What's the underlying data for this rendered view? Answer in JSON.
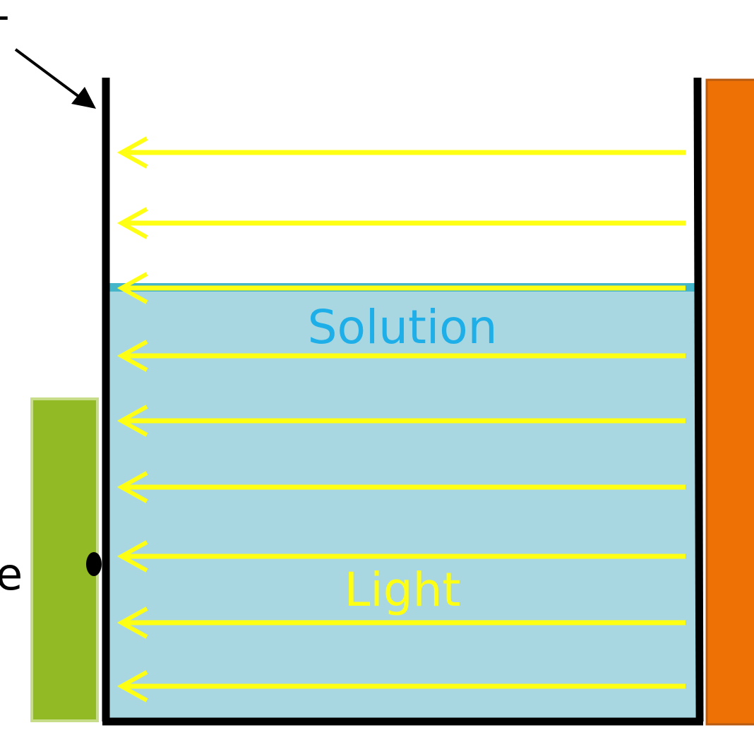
{
  "labels": {
    "solution": "Solution",
    "light": "Light",
    "left_cut_top": "-",
    "left_cut_mid": "e"
  },
  "colors": {
    "solution_fill": "#a8d7e2",
    "solution_surface": "#45b5c9",
    "solution_text": "#1eaee8",
    "light": "#ffff14",
    "container_wall": "#000000",
    "green_panel_fill": "#92ba24",
    "green_panel_border": "#c7dd8a",
    "orange_panel_fill": "#ee7106",
    "orange_panel_border": "#b85a10"
  },
  "light_ray_count": 9,
  "icons": {
    "pointer": "arrow-icon",
    "contact": "dot-icon"
  }
}
